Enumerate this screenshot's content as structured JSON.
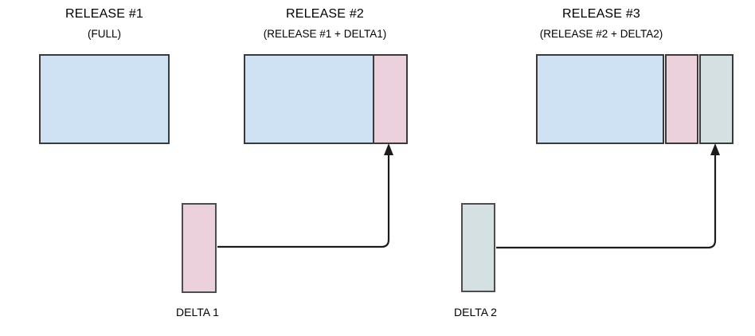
{
  "colors": {
    "base_fill": "#cfe2f3",
    "delta1_fill": "#ead1dc",
    "delta2_fill": "#d5e0e3",
    "box_border": "#3a3a3a",
    "arrow": "#1c1c1c",
    "text": "#000000",
    "background": "#ffffff"
  },
  "releases": [
    {
      "title": "RELEASE #1",
      "subtitle": "(FULL)",
      "sections": [
        {
          "name": "full-base",
          "fill": "#cfe2f3"
        }
      ]
    },
    {
      "title": "RELEASE #2",
      "subtitle": "(RELEASE #1 + DELTA1)",
      "sections": [
        {
          "name": "release-1-base",
          "fill": "#cfe2f3"
        },
        {
          "name": "delta1-segment",
          "fill": "#ead1dc"
        }
      ]
    },
    {
      "title": "RELEASE #3",
      "subtitle": "(RELEASE #2 + DELTA2)",
      "sections": [
        {
          "name": "release-2-base",
          "fill": "#cfe2f3"
        },
        {
          "name": "delta1-segment",
          "fill": "#ead1dc"
        },
        {
          "name": "delta2-segment",
          "fill": "#d5e0e3"
        }
      ]
    }
  ],
  "deltas": [
    {
      "label": "DELTA 1",
      "fill": "#ead1dc",
      "target": "RELEASE #2"
    },
    {
      "label": "DELTA 2",
      "fill": "#d5e0e3",
      "target": "RELEASE #3"
    }
  ]
}
